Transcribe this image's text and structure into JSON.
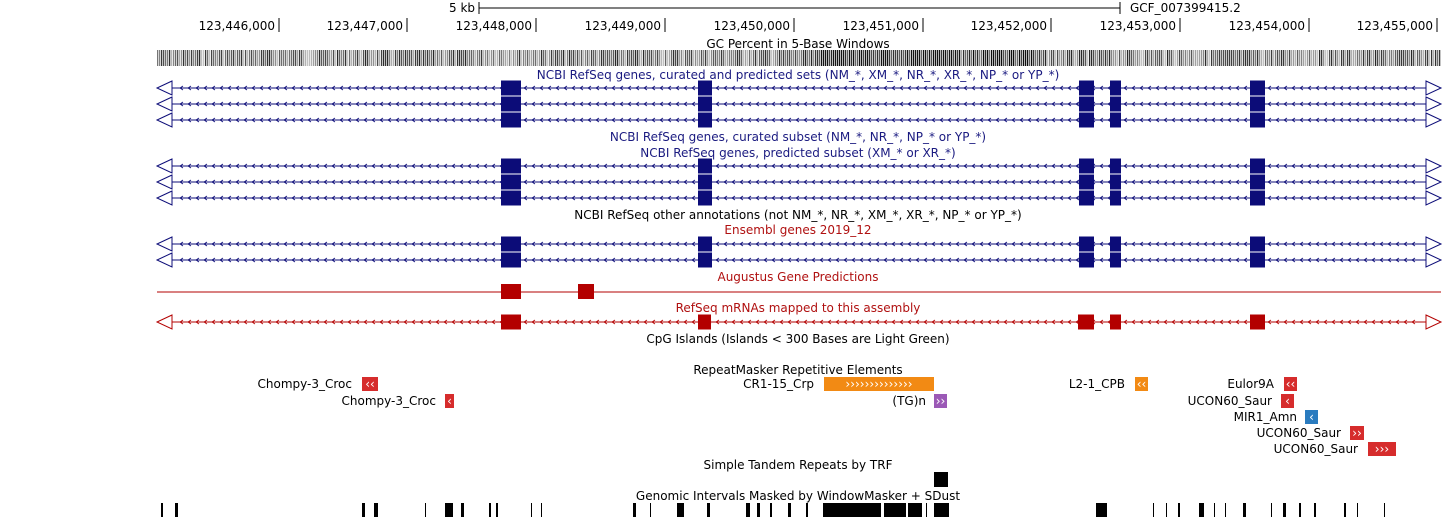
{
  "ruler": {
    "scale_label": "5 kb",
    "assembly_label": "GCF_007399415.2",
    "ticks": [
      "123,446,000",
      "123,447,000",
      "123,448,000",
      "123,449,000",
      "123,450,000",
      "123,451,000",
      "123,452,000",
      "123,453,000",
      "123,454,000",
      "123,455,000"
    ]
  },
  "tracks": {
    "gc_percent": "GC Percent in 5-Base Windows",
    "refseq_all": "NCBI RefSeq genes, curated and predicted sets (NM_*, XM_*, NR_*, XR_*, NP_* or YP_*)",
    "refseq_curated": "NCBI RefSeq genes, curated subset (NM_*, NR_*, NP_* or YP_*)",
    "refseq_predicted": "NCBI RefSeq genes, predicted subset (XM_* or XR_*)",
    "refseq_other": "NCBI RefSeq other annotations (not NM_*, NR_*, XM_*, XR_*, NP_* or YP_*)",
    "ensembl": "Ensembl genes 2019_12",
    "augustus": "Augustus Gene Predictions",
    "refseq_mrna": "RefSeq mRNAs mapped to this assembly",
    "cpg": "CpG Islands (Islands < 300 Bases are Light Green)",
    "repeatmasker": "RepeatMasker Repetitive Elements",
    "trf": "Simple Tandem Repeats by TRF",
    "windowmasker": "Genomic Intervals Masked by WindowMasker + SDust"
  },
  "repeats": [
    {
      "name": "Chompy-3_Croc",
      "glyph": "‹‹",
      "color": "#d62c2c"
    },
    {
      "name": "Chompy-3_Croc",
      "glyph": "‹",
      "color": "#d62c2c"
    },
    {
      "name": "CR1-15_Crp",
      "glyph": "››››››››››››››",
      "color": "#f28a14"
    },
    {
      "name": "(TG)n",
      "glyph": "››",
      "color": "#9b59b6"
    },
    {
      "name": "L2-1_CPB",
      "glyph": "‹‹",
      "color": "#f28a14"
    },
    {
      "name": "Eulor9A",
      "glyph": "‹‹",
      "color": "#d62c2c"
    },
    {
      "name": "UCON60_Saur",
      "glyph": "‹",
      "color": "#d62c2c"
    },
    {
      "name": "MIR1_Amn",
      "glyph": "‹",
      "color": "#2a7bbf"
    },
    {
      "name": "UCON60_Saur",
      "glyph": "››",
      "color": "#d62c2c"
    },
    {
      "name": "UCON60_Saur",
      "glyph": "›››",
      "color": "#d62c2c"
    }
  ],
  "colors": {
    "refseq_navy": "#0c0c78",
    "mrna_red": "#b30000",
    "label_navy": "#1a1a80",
    "label_red": "#b01010"
  }
}
